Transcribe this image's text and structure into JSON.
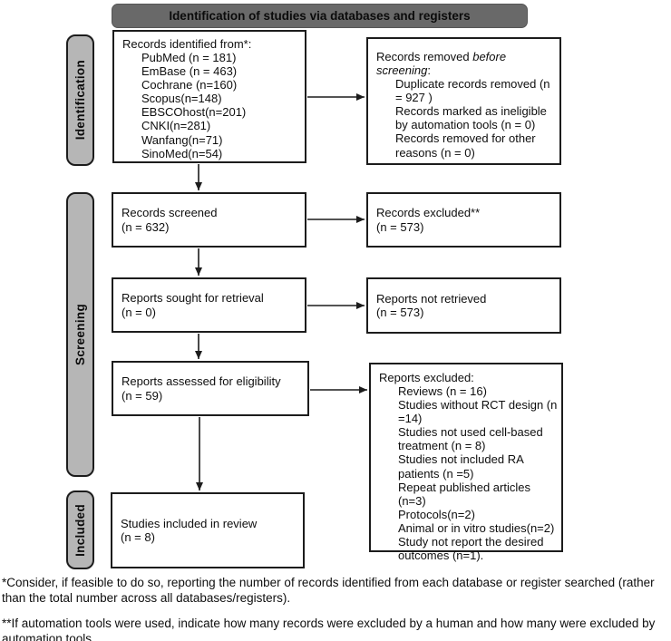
{
  "banner": {
    "label": "Identification of studies via databases and registers"
  },
  "stages": [
    {
      "label": "Identification"
    },
    {
      "label": "Screening"
    },
    {
      "label": "Included"
    }
  ],
  "boxes": {
    "identified": {
      "title": "Records identified from*:",
      "items": [
        "PubMed (n = 181)",
        "EmBase (n = 463)",
        "Cochrane (n=160)",
        "Scopus(n=148)",
        "EBSCOhost(n=201)",
        "CNKI(n=281)",
        "Wanfang(n=71)",
        "SinoMed(n=54)"
      ]
    },
    "removed": {
      "title_prefix": "Records removed ",
      "title_italic": "before screening",
      "title_suffix": ":",
      "items": [
        "Duplicate records removed (n = 927 )",
        "Records marked as ineligible by automation tools (n = 0)",
        "Records removed for other reasons (n = 0)"
      ]
    },
    "screened": {
      "line1": "Records screened",
      "line2": "(n = 632)"
    },
    "excluded": {
      "line1": "Records excluded**",
      "line2": "(n = 573)"
    },
    "sought": {
      "line1": "Reports sought for retrieval",
      "line2": "(n = 0)"
    },
    "not_retrieved": {
      "line1": "Reports not retrieved",
      "line2": "(n = 573)"
    },
    "assessed": {
      "line1": "Reports assessed for eligibility",
      "line2": "(n = 59)"
    },
    "reports_excluded": {
      "title": "Reports excluded:",
      "items": [
        "Reviews (n = 16)",
        "Studies without RCT design (n =14)",
        "Studies not used cell-based treatment (n = 8)",
        "Studies not included RA patients (n =5)",
        "Repeat published articles (n=3)",
        "Protocols(n=2)",
        "Animal or in vitro studies(n=2)",
        "Study not report the desired outcomes (n=1)."
      ]
    },
    "included": {
      "line1": "Studies included in review",
      "line2": "(n = 8)"
    }
  },
  "footnotes": [
    "*Consider, if feasible to do so, reporting the number of records identified from each database or register searched (rather than the total number across all databases/registers).",
    "**If automation tools were used, indicate how many records were excluded by a human and how many were excluded by automation tools."
  ],
  "colors": {
    "banner_bg": "#696969",
    "stage_bg": "#b6b6b6",
    "box_border": "#1c1c1c",
    "text": "#0e0e0e"
  }
}
